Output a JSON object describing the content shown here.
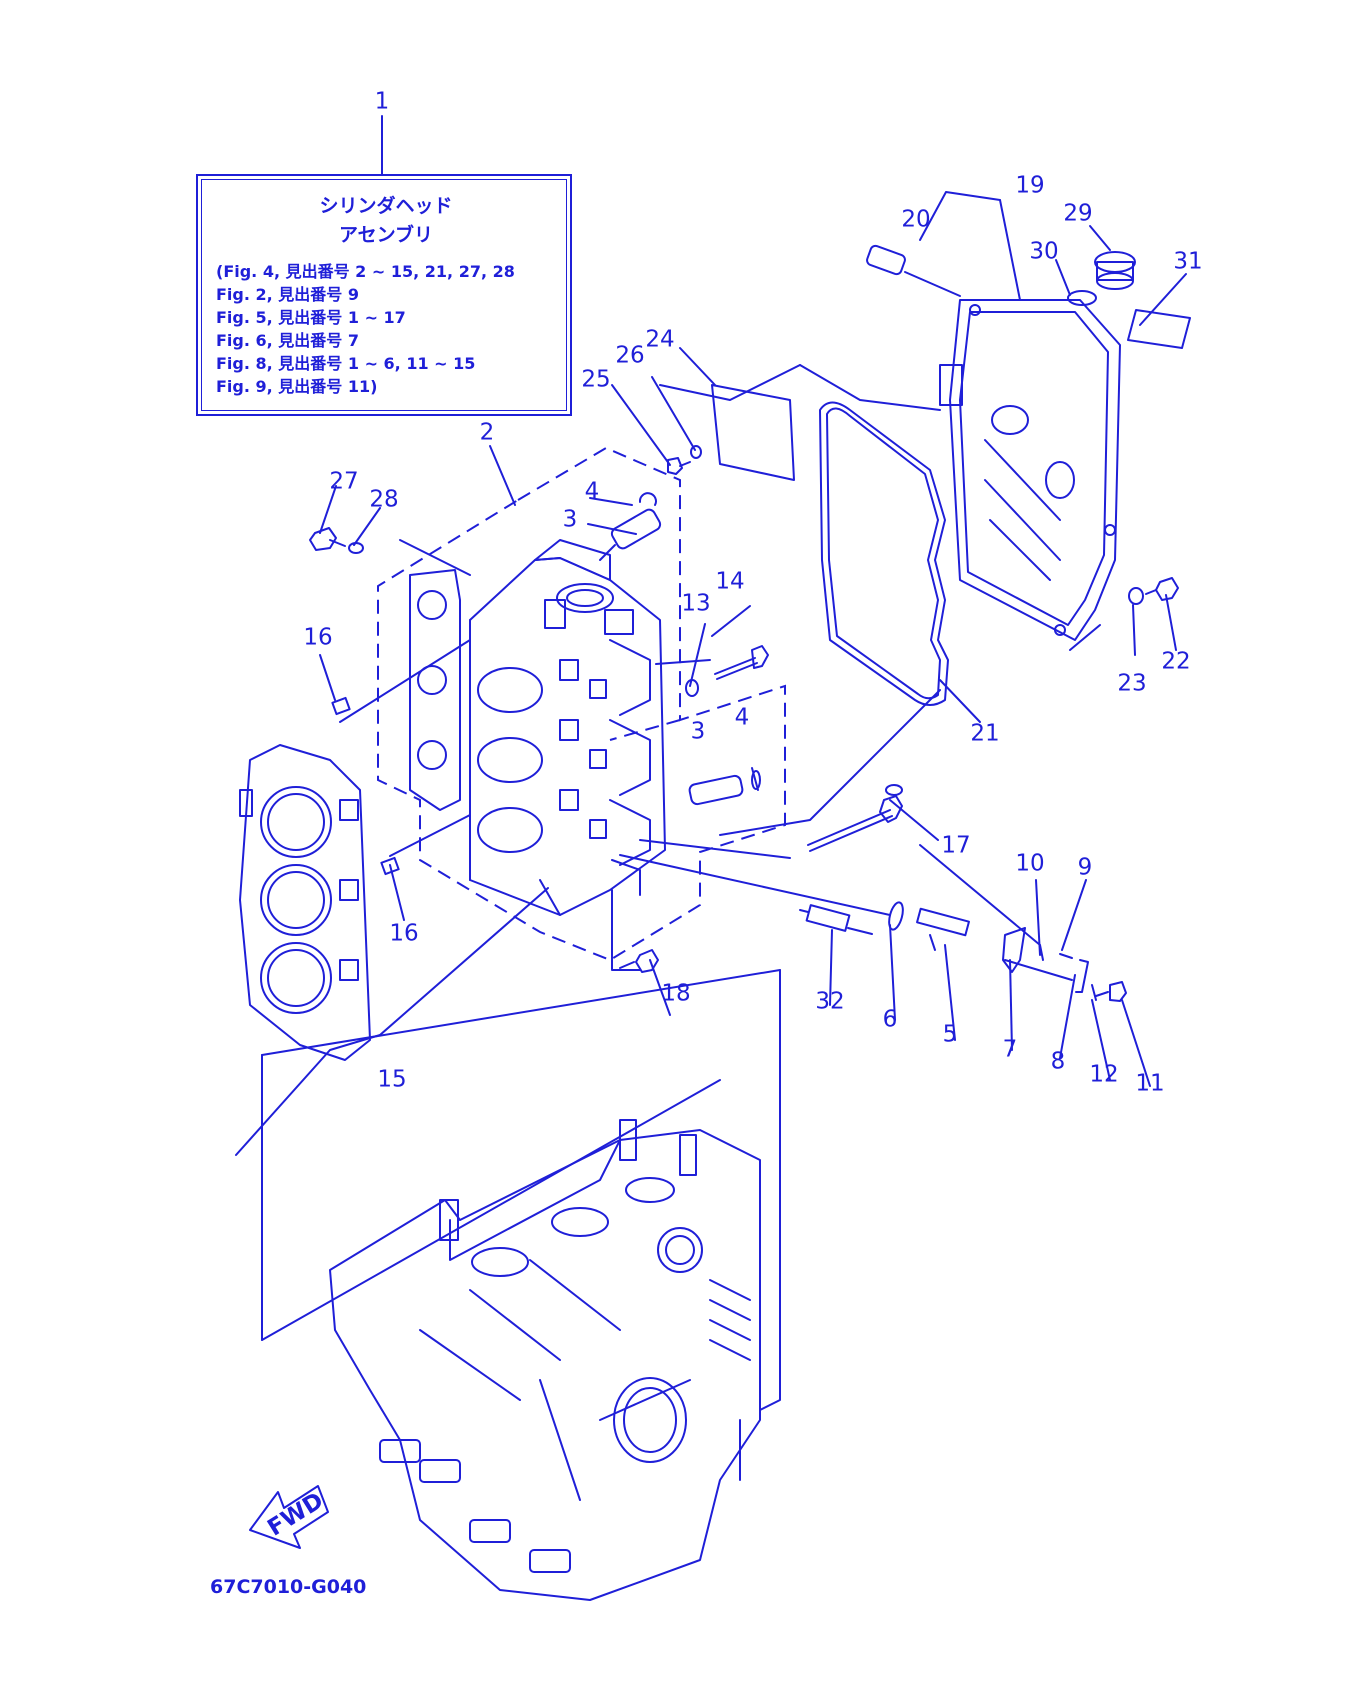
{
  "note": {
    "title_line1": "シリンダヘッド",
    "title_line2": "アセンブリ",
    "lines": [
      "(Fig. 4, 見出番号 2 ~ 15, 21, 27, 28",
      " Fig. 2, 見出番号 9",
      " Fig. 5, 見出番号 1 ~ 17",
      " Fig. 6, 見出番号 7",
      " Fig. 8, 見出番号 1 ~ 6, 11 ~ 15",
      " Fig. 9, 見出番号 11)"
    ]
  },
  "diagram_code": "67C7010-G040",
  "fwd_label": "FWD",
  "callouts": {
    "c1": "1",
    "c2": "2",
    "c3a": "3",
    "c3b": "3",
    "c4a": "4",
    "c4b": "4",
    "c5": "5",
    "c6": "6",
    "c7": "7",
    "c8": "8",
    "c9": "9",
    "c10": "10",
    "c11": "11",
    "c12": "12",
    "c13": "13",
    "c14": "14",
    "c15": "15",
    "c16a": "16",
    "c16b": "16",
    "c17": "17",
    "c18": "18",
    "c19": "19",
    "c20": "20",
    "c21": "21",
    "c22": "22",
    "c23": "23",
    "c24": "24",
    "c25": "25",
    "c26": "26",
    "c27": "27",
    "c28": "28",
    "c29": "29",
    "c30": "30",
    "c31": "31",
    "c32": "32"
  },
  "colors": {
    "ink": "#1f1fd8",
    "background": "#ffffff"
  }
}
